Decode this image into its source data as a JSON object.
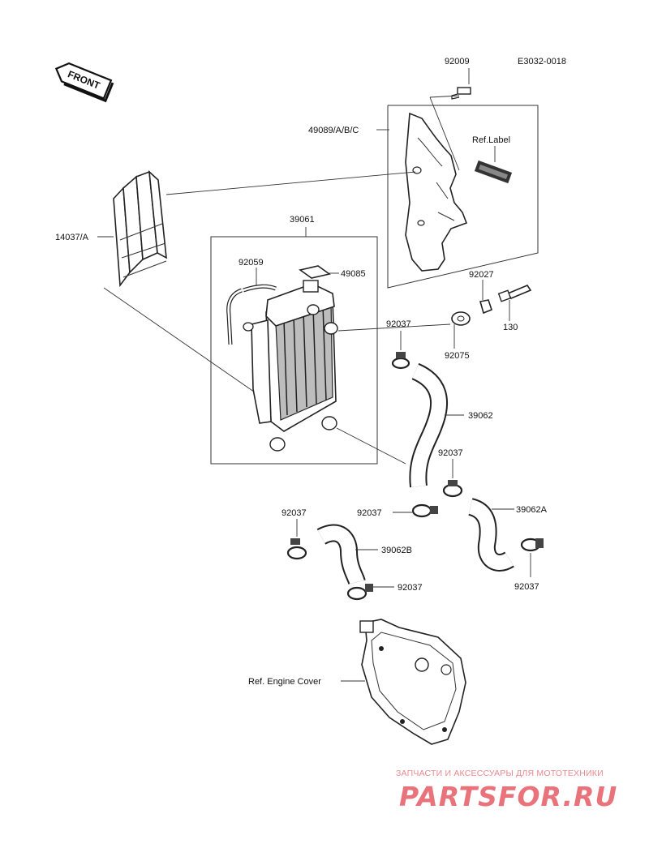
{
  "diagram": {
    "code": "E3032-0018",
    "front_tag": "FRONT",
    "labels": {
      "p92009": "92009",
      "p49089": "49089/A/B/C",
      "ref_label": "Ref.Label",
      "p14037": "14037/A",
      "p39061": "39061",
      "p92059": "92059",
      "p49085": "49085",
      "p92027": "92027",
      "p130": "130",
      "p92037_a": "92037",
      "p92075": "92075",
      "p39062": "39062",
      "p92037_b": "92037",
      "p92037_c": "92037",
      "p39062A": "39062A",
      "p92037_d": "92037",
      "p39062B": "39062B",
      "p92037_e": "92037",
      "p92037_f": "92037",
      "ref_engine_cover": "Ref. Engine Cover"
    }
  },
  "watermark": {
    "tagline": "ЗАПЧАСТИ И АКСЕССУАРЫ ДЛЯ МОТОТЕХНИКИ",
    "logo": "PARTSFOR.RU"
  }
}
